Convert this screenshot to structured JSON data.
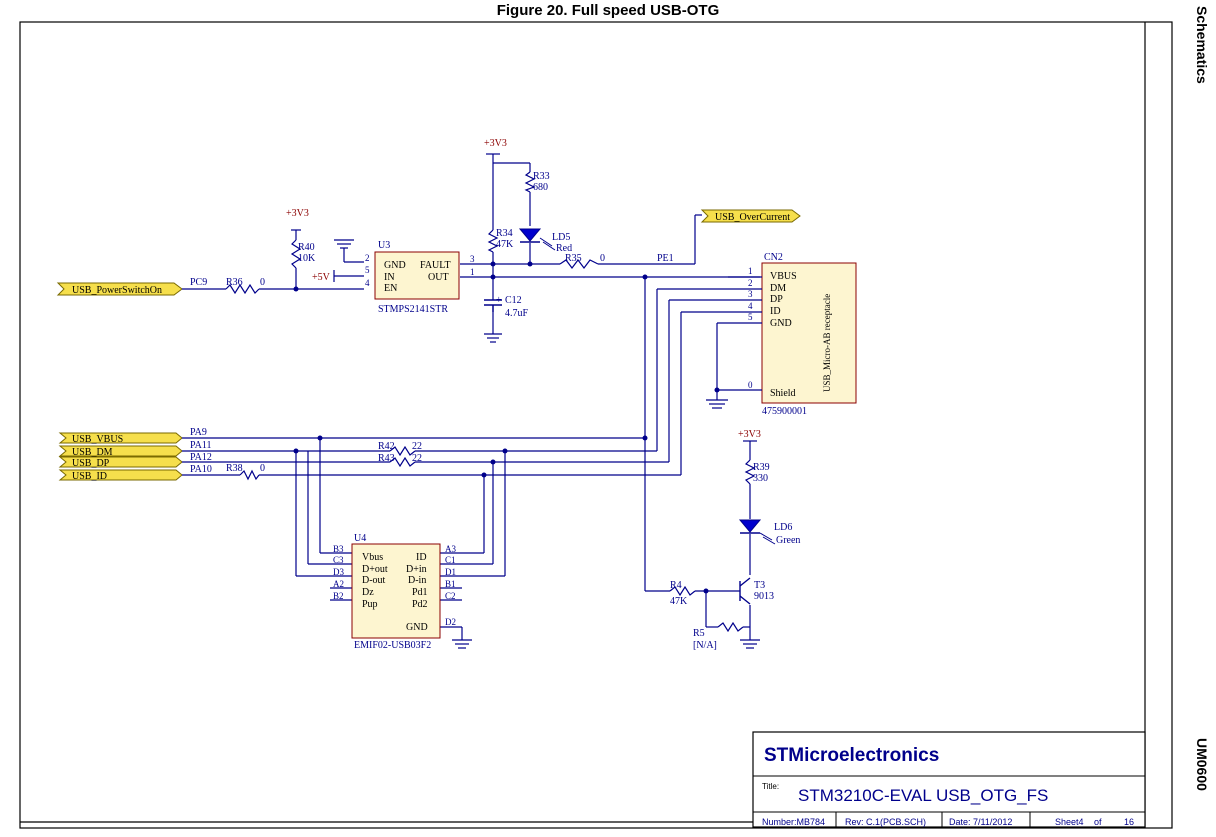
{
  "figure_title": "Figure 20. Full speed USB-OTG",
  "side_section": "Schematics",
  "side_doc": "UM0600",
  "ports": {
    "power_switch_on": "USB_PowerSwitchOn",
    "over_current": "USB_OverCurrent",
    "vbus": "USB_VBUS",
    "dm": "USB_DM",
    "dp": "USB_DP",
    "id": "USB_ID"
  },
  "nets": {
    "pc9": "PC9",
    "pe1": "PE1",
    "pa9": "PA9",
    "pa11": "PA11",
    "pa12": "PA12",
    "pa10": "PA10"
  },
  "power": {
    "v33": "+3V3",
    "v5": "+5V"
  },
  "components": {
    "r36": {
      "ref": "R36",
      "value": "0"
    },
    "r40": {
      "ref": "R40",
      "value": "10K"
    },
    "r33": {
      "ref": "R33",
      "value": "680"
    },
    "r34": {
      "ref": "R34",
      "value": "47K"
    },
    "r35": {
      "ref": "R35",
      "value": "0"
    },
    "r42": {
      "ref": "R42",
      "value": "22"
    },
    "r43": {
      "ref": "R43",
      "value": "22"
    },
    "r38": {
      "ref": "R38",
      "value": "0"
    },
    "r39": {
      "ref": "R39",
      "value": "330"
    },
    "r4": {
      "ref": "R4",
      "value": "47K"
    },
    "r5": {
      "ref": "R5",
      "value": "[N/A]"
    },
    "c12": {
      "ref": "C12",
      "value": "4.7uF"
    },
    "ld5": {
      "ref": "LD5",
      "value": "Red"
    },
    "ld6": {
      "ref": "LD6",
      "value": "Green"
    },
    "t3": {
      "ref": "T3",
      "value": "9013"
    },
    "u3": {
      "ref": "U3",
      "part": "STMPS2141STR",
      "pin_gnd": "GND",
      "pin_in": "IN",
      "pin_en": "EN",
      "pin_fault": "FAULT",
      "pin_out": "OUT",
      "num_gnd": "2",
      "num_in": "5",
      "num_en": "4",
      "num_fault": "3",
      "num_out": "1"
    },
    "cn2": {
      "ref": "CN2",
      "part": "475900001",
      "body_label": "USB_Micro-AB receptacle",
      "pins": [
        "VBUS",
        "DM",
        "DP",
        "ID",
        "GND",
        "Shield"
      ],
      "pin_nums": [
        "1",
        "2",
        "3",
        "4",
        "5",
        "0"
      ]
    },
    "u4": {
      "ref": "U4",
      "part": "EMIF02-USB03F2",
      "left_pins": [
        "Vbus",
        "D+out",
        "D-out",
        "Dz",
        "Pup"
      ],
      "left_nums": [
        "B3",
        "C3",
        "D3",
        "A2",
        "B2"
      ],
      "right_pins": [
        "ID",
        "D+in",
        "D-in",
        "Pd1",
        "Pd2",
        "GND"
      ],
      "right_nums": [
        "A3",
        "C1",
        "D1",
        "B1",
        "C2",
        "D2"
      ]
    }
  },
  "title_block": {
    "company": "STMicroelectronics",
    "title_label": "Title:",
    "title": "STM3210C-EVAL USB_OTG_FS",
    "number": "Number:MB784",
    "rev": "Rev:  C.1(PCB.SCH)",
    "date": "Date: 7/11/2012",
    "sheet": "Sheet4",
    "of": "of",
    "total": "16"
  }
}
